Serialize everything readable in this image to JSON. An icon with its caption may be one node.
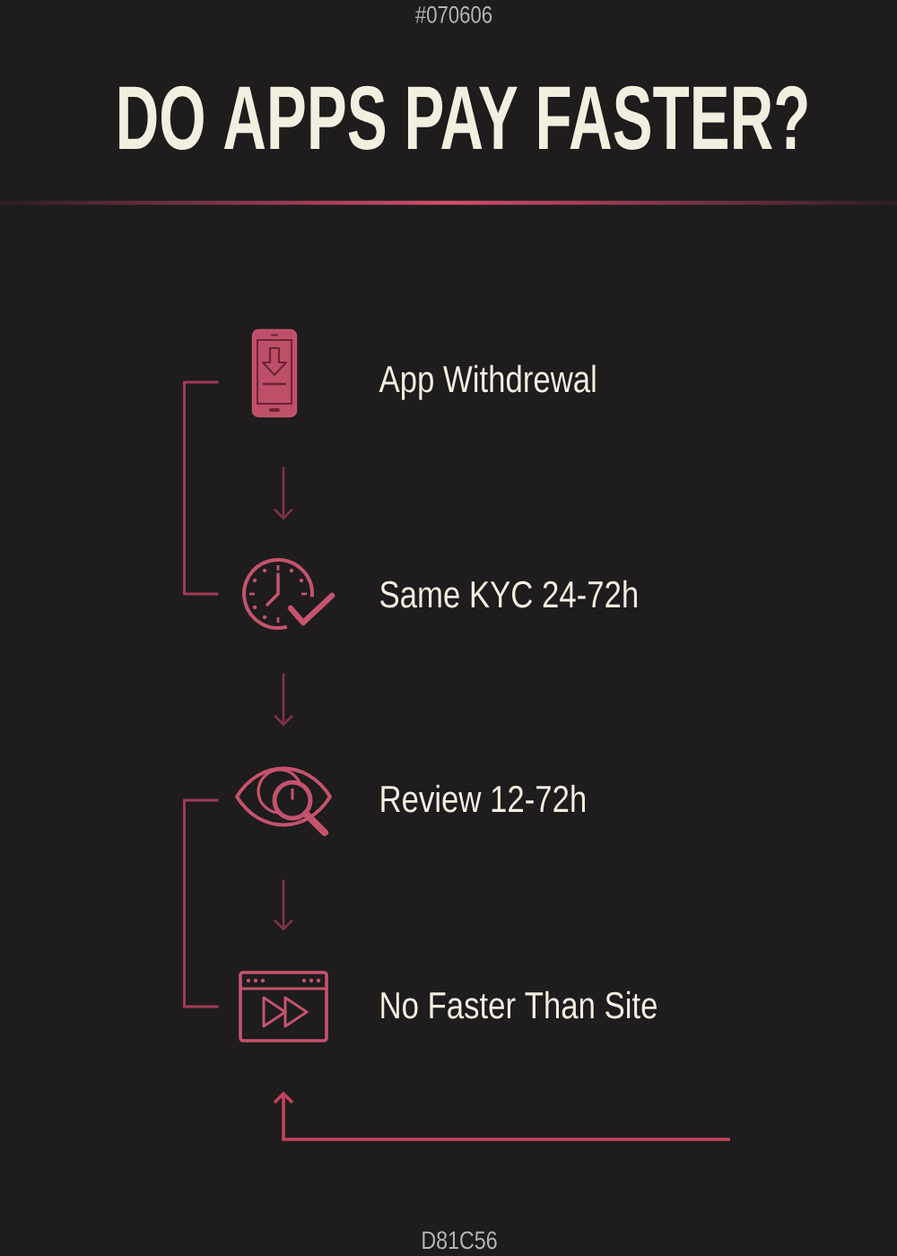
{
  "diagram": {
    "title": "DO APPS PAY FASTER?",
    "nodes": [
      {
        "text": [],
        "shape": "picture",
        "beside": [
          "App Withdrewal"
        ]
      },
      {
        "text": [],
        "shape": "picture",
        "beside": [
          "Same KYC 24-72h"
        ]
      },
      {
        "text": [],
        "shape": "picture",
        "beside": [
          "Review 12-72h"
        ]
      },
      {
        "text": [],
        "shape": "picture",
        "beside": [
          "No Faster Than Site"
        ]
      }
    ],
    "edges": [
      {
        "from": 0,
        "to": 1,
        "arrow": "none",
        "color": "#a03c57"
      },
      {
        "from": 0,
        "to": 1,
        "arrow": "to"
      },
      {
        "from": 1,
        "to": 2,
        "arrow": "to"
      },
      {
        "from": 2,
        "to": 3,
        "arrow": "none",
        "color": "#a03c57"
      },
      {
        "from": 2,
        "to": 3,
        "arrow": "to"
      },
      {
        "from": null,
        "to": 3,
        "arrow": "to",
        "color": "#c2435f"
      }
    ],
    "labels": [
      "#070606",
      "D81C56"
    ]
  }
}
